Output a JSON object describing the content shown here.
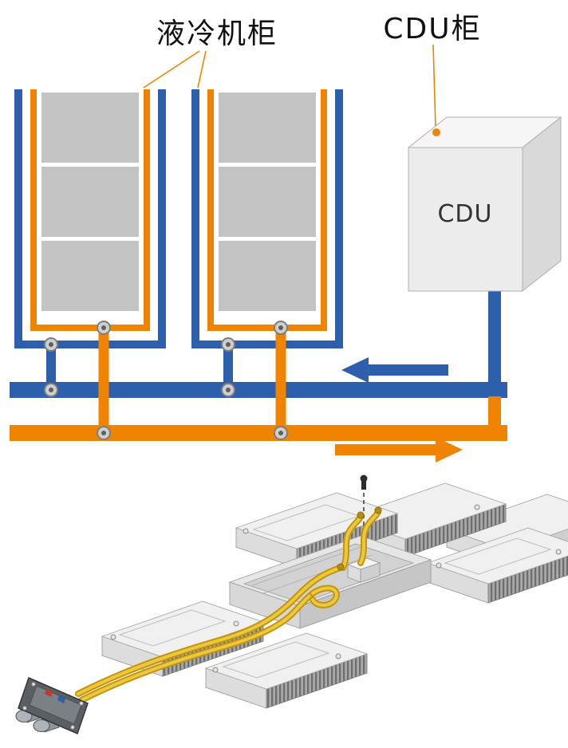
{
  "schematic": {
    "callouts": {
      "rack_label": "液冷机柜",
      "cdu_cabinet_label": "CDU柜"
    },
    "cdu_box": {
      "label": "CDU"
    },
    "racks": {
      "count": 2,
      "servers_per_rack": 3
    },
    "flow": {
      "return_pipe": {
        "color": "#2E5FAC",
        "arrow_direction": "left"
      },
      "supply_pipe": {
        "color": "#F08300",
        "arrow_direction": "right"
      }
    }
  },
  "illustration": {
    "modules": 6,
    "tube_color": "#D9AE1C",
    "module_color": "#ECECEC",
    "connector_marks": [
      "#C0392B",
      "#2E5FAC"
    ]
  }
}
